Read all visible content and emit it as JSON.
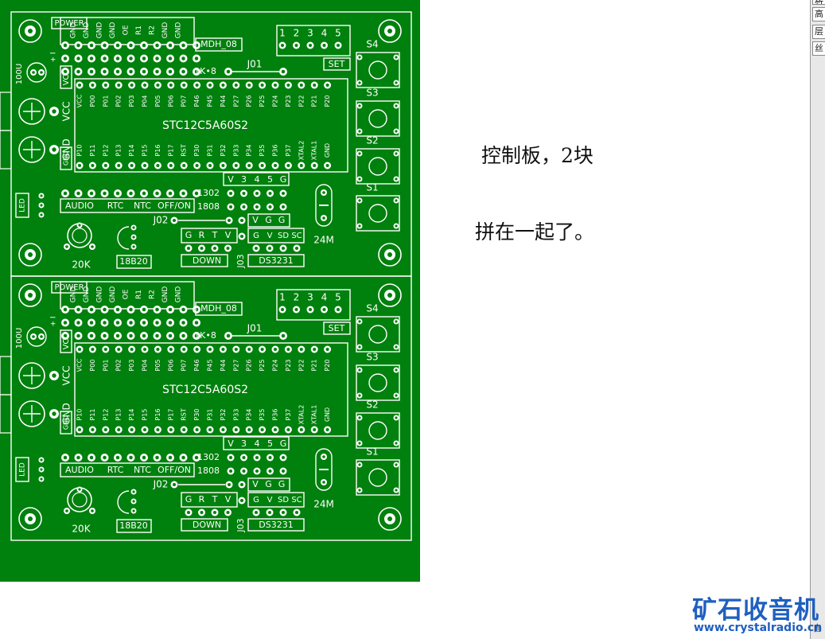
{
  "caption": {
    "line1": "控制板，2块",
    "line2": "拼在一起了。"
  },
  "watermark": {
    "chinese": "矿石收音机",
    "url": "www.crystalradio.cn"
  },
  "sidebar": {
    "items": [
      "高",
      "层",
      "丝"
    ],
    "top_char": "竹",
    "bottom_char": "自"
  },
  "board": {
    "power_label": "POWER",
    "top_header_labels": [
      "GND",
      "GND",
      "GND",
      "GND",
      "OE",
      "R1",
      "R2",
      "GND",
      "GND"
    ],
    "module_label": "MDH_08",
    "res_label": "1K•8",
    "j01": "J01",
    "j02": "J02",
    "j03": "J03",
    "connector_pins": [
      "1",
      "2",
      "3",
      "4",
      "5"
    ],
    "set_label": "SET",
    "switches": [
      "S4",
      "S3",
      "S2",
      "S1"
    ],
    "cap_label": "100U",
    "vcc_small": "VCC",
    "vcc_big": "VCC",
    "gnd_big": "GND",
    "chip_label": "STC12C5A60S2",
    "chip_top_pins": [
      "VCC",
      "P00",
      "P01",
      "P02",
      "P03",
      "P04",
      "P05",
      "P06",
      "P07",
      "P46",
      "P45",
      "P44",
      "P27",
      "P26",
      "P25",
      "P24",
      "P23",
      "P22",
      "P21",
      "P20"
    ],
    "chip_bottom_pins": [
      "GND",
      "P10",
      "P11",
      "P12",
      "P13",
      "P14",
      "P15",
      "P16",
      "P17",
      "RST",
      "P30",
      "P31",
      "P32",
      "P33",
      "P34",
      "P35",
      "P36",
      "P37",
      "XTAL2",
      "XTAL1",
      "GND"
    ],
    "v_row": [
      "V",
      "3",
      "4",
      "5",
      "G"
    ],
    "led_label": "LED",
    "func_labels": [
      "AUDIO",
      "RTC",
      "NTC",
      "OFF/ON"
    ],
    "rtc_chip_a": "1302",
    "rtc_chip_b": "1808",
    "vgg_labels": [
      "V",
      "G",
      "G"
    ],
    "down_pins": [
      "G",
      "R",
      "T",
      "V"
    ],
    "down_label": "DOWN",
    "ds_pins": [
      "G",
      "V",
      "SD",
      "SC"
    ],
    "ds_label": "DS3231",
    "crystal_label": "24M",
    "pot_label": "20K",
    "sensor_label": "18B20"
  },
  "colors": {
    "pcb": "#00800d",
    "silk": "#ffffff",
    "watermark": "#1f5fbf"
  }
}
